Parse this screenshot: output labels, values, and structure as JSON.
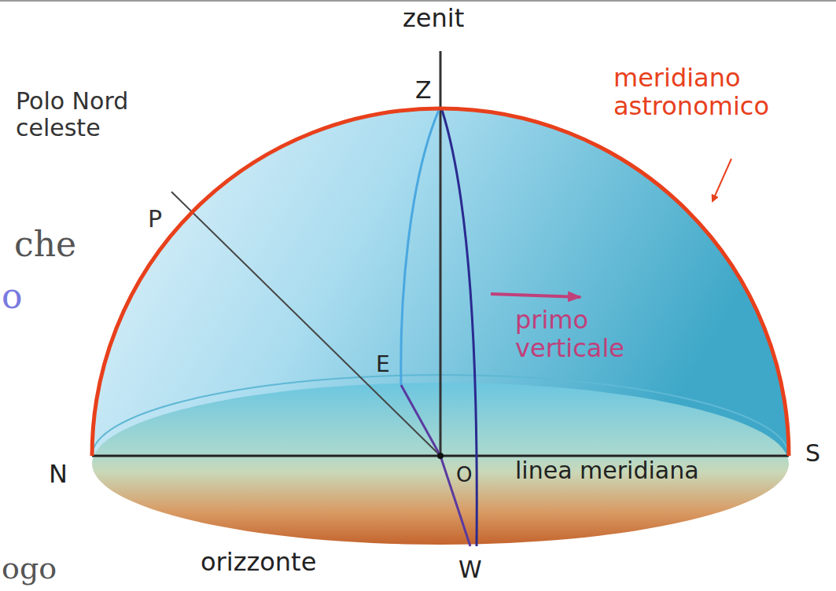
{
  "diagram": {
    "labels": [
      "zenit",
      "Z",
      "meridiano astronomico",
      "Polo Nord celeste",
      "P",
      "che",
      "o",
      "primo verticale",
      "E",
      "N",
      "S",
      "O",
      "linea meridiana",
      "orizzonte",
      "W",
      "ogo"
    ]
  }
}
